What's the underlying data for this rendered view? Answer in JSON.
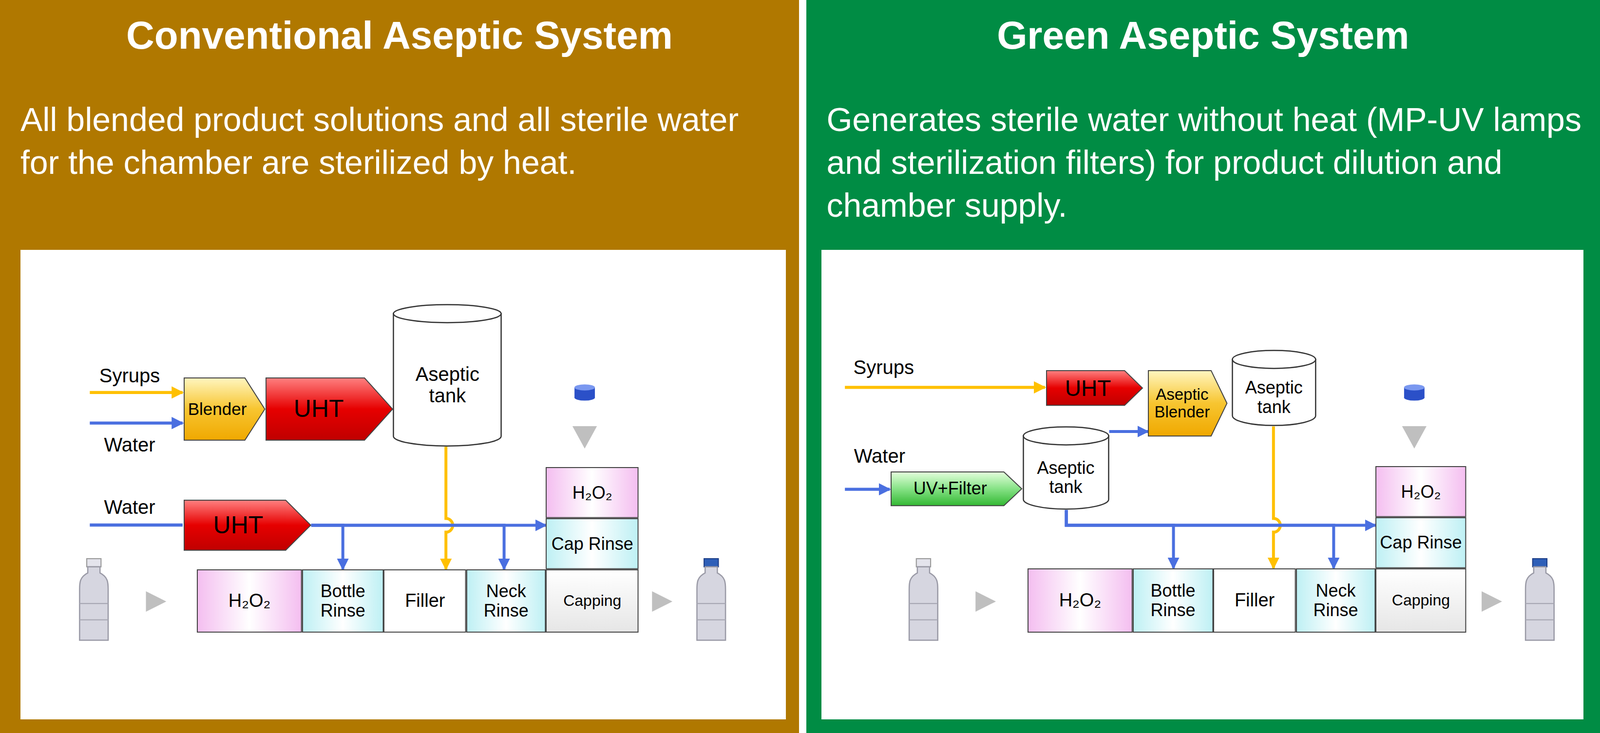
{
  "diagram": {
    "nodes": [
      {
        "text": [
          "Conventional Aseptic System",
          "All blended product solutions and all sterile water for the chamber are sterilized by heat."
        ]
      },
      {
        "text": [
          "Blender"
        ],
        "in": 0
      },
      {
        "text": [
          "UHT"
        ],
        "in": 0
      },
      {
        "text": [
          "Aseptic tank"
        ],
        "in": 0
      },
      {
        "text": [
          "UHT"
        ],
        "in": 0
      },
      {
        "text": [
          "H₂O₂"
        ],
        "in": 0
      },
      {
        "text": [
          "Cap Rinse"
        ],
        "in": 0
      },
      {
        "text": [
          "H₂O₂"
        ],
        "in": 0
      },
      {
        "text": [
          "Bottle Rinse"
        ],
        "in": 0
      },
      {
        "text": [
          "Filler"
        ],
        "in": 0
      },
      {
        "text": [
          "Neck Rinse"
        ],
        "in": 0
      },
      {
        "text": [
          "Capping"
        ],
        "in": 0
      },
      {
        "text": [
          "Green Aseptic System",
          "Generates sterile water without heat (MP-UV lamps and sterilization filters) for product dilution and chamber supply."
        ]
      },
      {
        "text": [
          "UHT"
        ],
        "in": 12
      },
      {
        "text": [
          "Aseptic Blender"
        ],
        "in": 12
      },
      {
        "text": [
          "Aseptic tank"
        ],
        "in": 12
      },
      {
        "text": [
          "UV+Filter"
        ],
        "in": 12
      },
      {
        "text": [
          "Aseptic tank"
        ],
        "in": 12
      },
      {
        "text": [
          "H₂O₂"
        ],
        "in": 12
      },
      {
        "text": [
          "Cap Rinse"
        ],
        "in": 12
      },
      {
        "text": [
          "H₂O₂"
        ],
        "in": 12
      },
      {
        "text": [
          "Bottle Rinse"
        ],
        "in": 12
      },
      {
        "text": [
          "Filler"
        ],
        "in": 12
      },
      {
        "text": [
          "Neck Rinse"
        ],
        "in": 12
      },
      {
        "text": [
          "Capping"
        ],
        "in": 12
      }
    ],
    "edges": [
      {
        "from": 3,
        "to": 9,
        "arrow": "to"
      },
      {
        "from": 4,
        "to": 8,
        "arrow": "to"
      },
      {
        "from": 4,
        "to": 10,
        "arrow": "to"
      },
      {
        "from": 4,
        "to": 6,
        "arrow": "to"
      },
      {
        "from": 17,
        "to": 14,
        "arrow": "to"
      },
      {
        "from": 15,
        "to": 22,
        "arrow": "to"
      },
      {
        "from": 17,
        "to": 21,
        "arrow": "to"
      },
      {
        "from": 17,
        "to": 23,
        "arrow": "to"
      },
      {
        "from": 17,
        "to": 19,
        "arrow": "to"
      }
    ],
    "labels": [
      "Syrups",
      "Water",
      "Water",
      "Syrups",
      "Water"
    ]
  }
}
